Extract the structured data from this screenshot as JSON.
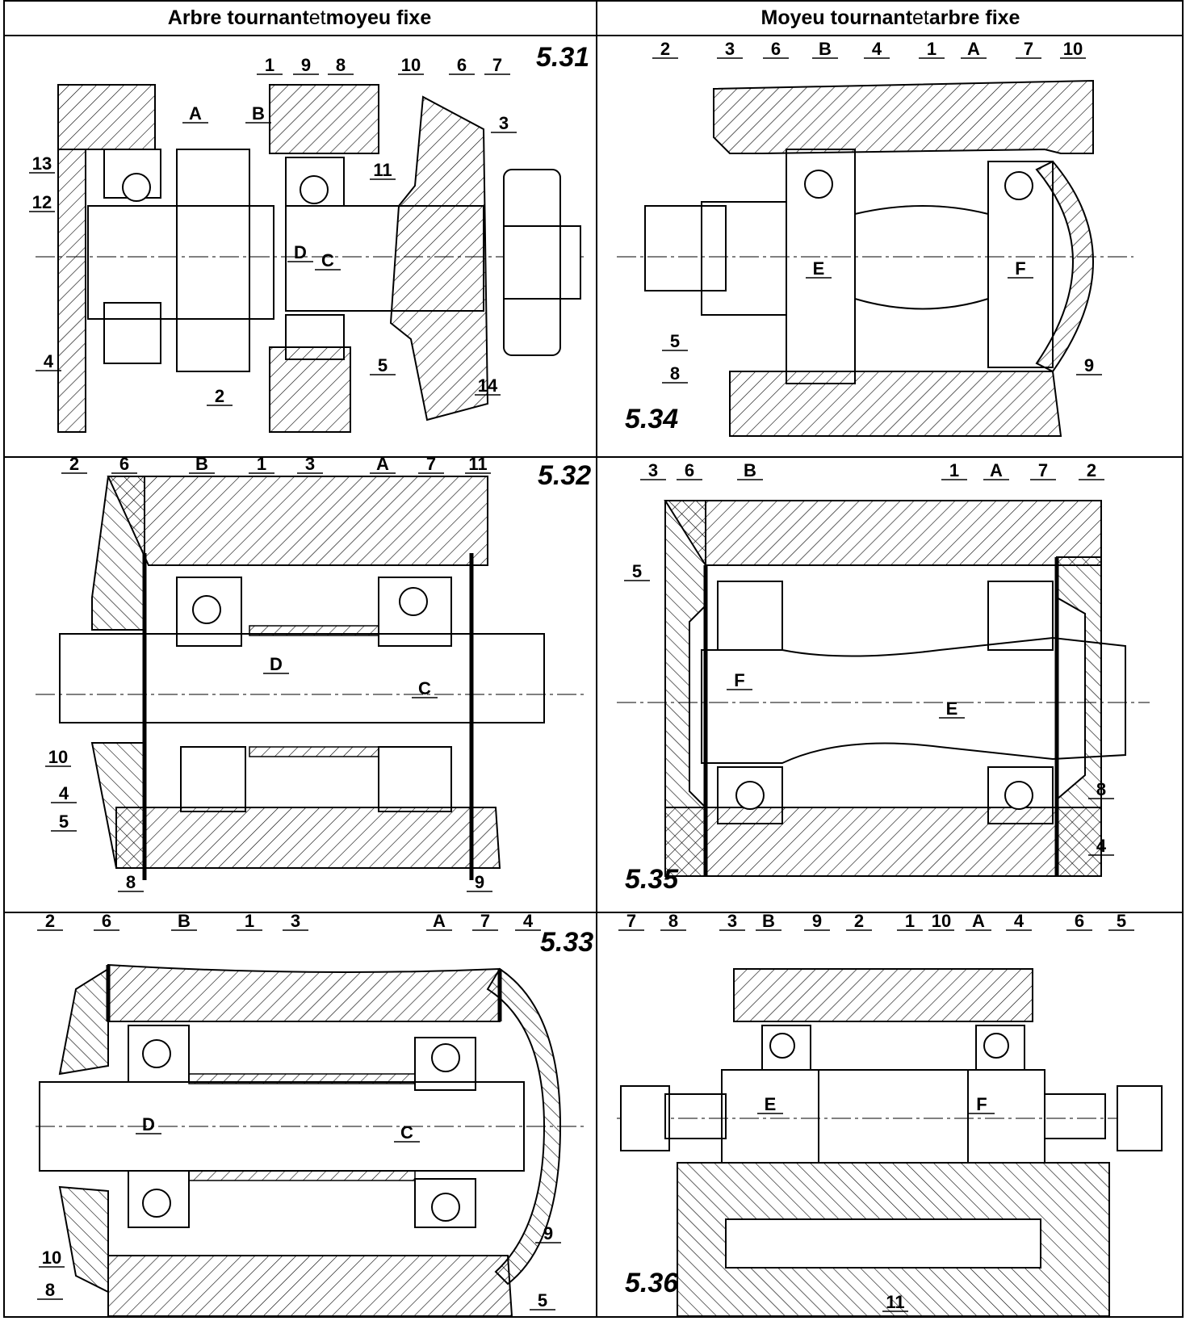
{
  "headers": {
    "left": {
      "part1": "Arbre tournant",
      "conj": " et ",
      "part2": "moyeu fixe"
    },
    "right": {
      "part1": "Moyeu tournant",
      "conj": " et ",
      "part2": "arbre fixe"
    }
  },
  "panels": [
    {
      "id": "5.31",
      "labels": [
        "13",
        "12",
        "4",
        "A",
        "2",
        "1",
        "9",
        "8",
        "10",
        "B",
        "6",
        "7",
        "3",
        "11",
        "D",
        "C",
        "5",
        "14"
      ]
    },
    {
      "id": "5.34",
      "labels": [
        "2",
        "3",
        "6",
        "B",
        "4",
        "1",
        "A",
        "7",
        "10",
        "E",
        "F",
        "5",
        "8",
        "9"
      ]
    },
    {
      "id": "5.32",
      "labels": [
        "2",
        "6",
        "B",
        "1",
        "3",
        "A",
        "7",
        "11",
        "D",
        "C",
        "10",
        "4",
        "5",
        "8",
        "9"
      ]
    },
    {
      "id": "5.35",
      "labels": [
        "3",
        "6",
        "B",
        "1",
        "A",
        "7",
        "2",
        "5",
        "F",
        "E",
        "8",
        "4"
      ]
    },
    {
      "id": "5.33",
      "labels": [
        "2",
        "6",
        "B",
        "1",
        "3",
        "A",
        "7",
        "4",
        "D",
        "C",
        "10",
        "8",
        "9",
        "5"
      ]
    },
    {
      "id": "5.36",
      "labels": [
        "7",
        "8",
        "3",
        "B",
        "9",
        "2",
        "1",
        "10",
        "A",
        "4",
        "6",
        "5",
        "E",
        "F",
        "11"
      ]
    }
  ]
}
